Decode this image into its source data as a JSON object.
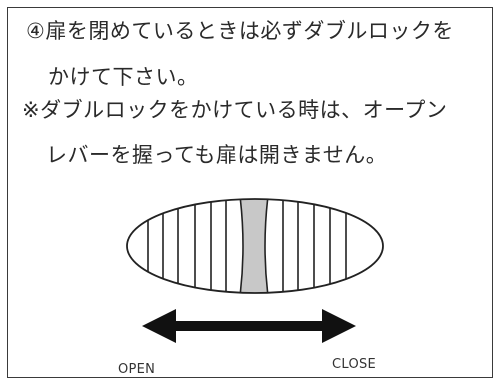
{
  "notice": {
    "line1": "④扉を閉めているときは必ずダブルロックを",
    "line2": "かけて下さい。",
    "line3": "※ダブルロックをかけている時は、オープン",
    "line4": "レバーを握っても扉は開きません。"
  },
  "diagram": {
    "arrow_left_label": "OPEN",
    "arrow_right_label": "CLOSE",
    "grip_color": "#c8c8c8",
    "outline_color": "#222222"
  }
}
